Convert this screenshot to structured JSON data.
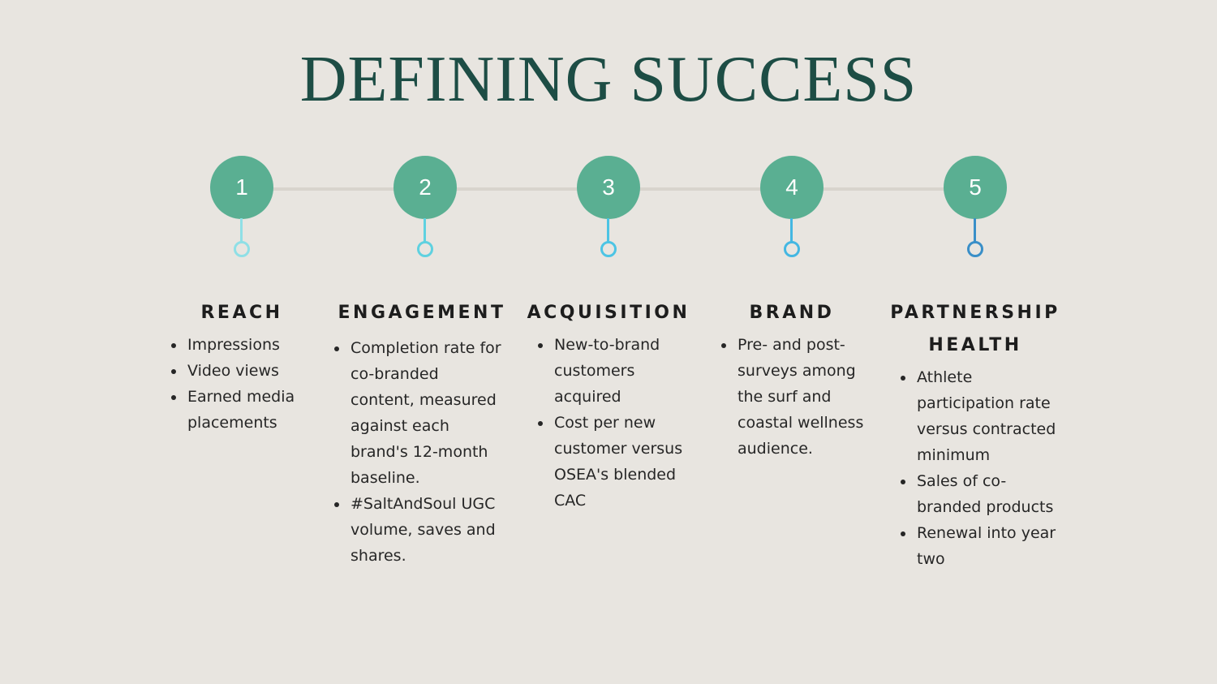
{
  "title": "DEFINING SUCCESS",
  "colors": {
    "background": "#e8e5e0",
    "title": "#1d4d45",
    "circle": "#5aaf92",
    "timeline": "#d8d4cd",
    "pin_colors": [
      "#8fdfe6",
      "#5fd1e0",
      "#4cc4e4",
      "#44b7e2",
      "#3a8fc8"
    ]
  },
  "steps": [
    {
      "number": "1",
      "heading": "REACH",
      "bullets": [
        "Impressions",
        "Video views",
        "Earned media placements"
      ]
    },
    {
      "number": "2",
      "heading": "ENGAGEMENT",
      "bullets": [
        "Completion rate for co-branded content, measured against each brand's 12-month baseline.",
        "#SaltAndSoul UGC volume, saves and shares."
      ]
    },
    {
      "number": "3",
      "heading": "ACQUISITION",
      "bullets": [
        "New-to-brand customers acquired",
        "Cost per new customer versus OSEA's blended CAC"
      ]
    },
    {
      "number": "4",
      "heading": "BRAND",
      "bullets": [
        "Pre- and post-surveys among the surf and coastal wellness audience."
      ]
    },
    {
      "number": "5",
      "heading": "PARTNERSHIP HEALTH",
      "bullets": [
        "Athlete participation rate versus contracted minimum",
        "Sales of co-branded products",
        "Renewal into year two"
      ]
    }
  ]
}
